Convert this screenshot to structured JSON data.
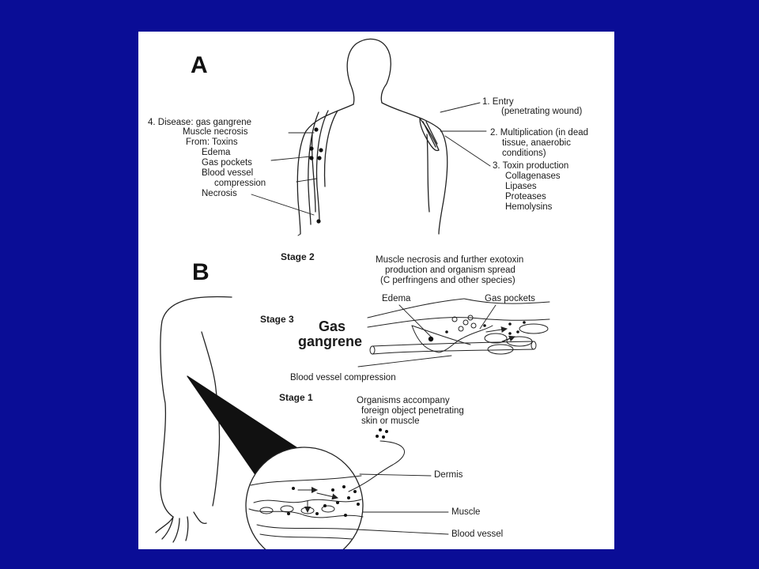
{
  "figure": {
    "panel_a": {
      "letter": "A",
      "left_labels": {
        "disease": "4. Disease: gas gangrene",
        "muscle_necrosis": "Muscle necrosis",
        "from_toxins": "From: Toxins",
        "edema": "Edema",
        "gas_pockets": "Gas pockets",
        "blood_vessel": "Blood vessel",
        "compression": "compression",
        "necrosis": "Necrosis"
      },
      "right_labels": {
        "entry": "1. Entry",
        "entry_detail": "(penetrating wound)",
        "multiplication": "2. Multiplication (in dead",
        "multiplication_detail_1": "tissue, anaerobic",
        "multiplication_detail_2": "conditions)",
        "toxin_production": "3. Toxin production",
        "collagenases": "Collagenases",
        "lipases": "Lipases",
        "proteases": "Proteases",
        "hemolysins": "Hemolysins"
      }
    },
    "panel_b": {
      "letter": "B",
      "stage2": {
        "title": "Stage 2",
        "line1": "Muscle necrosis and further exotoxin",
        "line2": "production and organism spread",
        "line3": "(C perfringens and other species)"
      },
      "stage3": {
        "title": "Stage 3",
        "gas": "Gas",
        "gangrene": "gangrene",
        "edema": "Edema",
        "gas_pockets": "Gas pockets",
        "blood_vessel_compression": "Blood vessel compression"
      },
      "stage1": {
        "title": "Stage 1",
        "line1": "Organisms accompany",
        "line2": "foreign object penetrating",
        "line3": "skin or muscle"
      },
      "layers": {
        "dermis": "Dermis",
        "muscle": "Muscle",
        "blood_vessel": "Blood vessel"
      }
    }
  }
}
